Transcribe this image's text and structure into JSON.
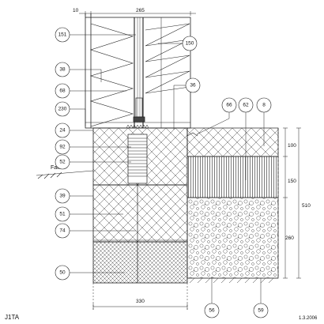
{
  "dimensions": {
    "top_left": "10",
    "top_right": "265",
    "right_1": "100",
    "right_2": "150",
    "right_total": "510",
    "right_3": "260",
    "bottom": "330"
  },
  "labels": {
    "level": "Fall"
  },
  "tags": {
    "t151": "151",
    "t150": "150",
    "t38": "38",
    "t68": "68",
    "t230": "230",
    "t36": "36",
    "t66": "66",
    "t62": "62",
    "t8": "8",
    "t24": "24",
    "t92": "92",
    "t52": "52",
    "t39": "39",
    "t51": "51",
    "t74": "74",
    "t50": "50",
    "t56": "56",
    "t59": "59"
  },
  "footer": {
    "drawing_id": "J1TA",
    "date": "1.3.2006"
  }
}
